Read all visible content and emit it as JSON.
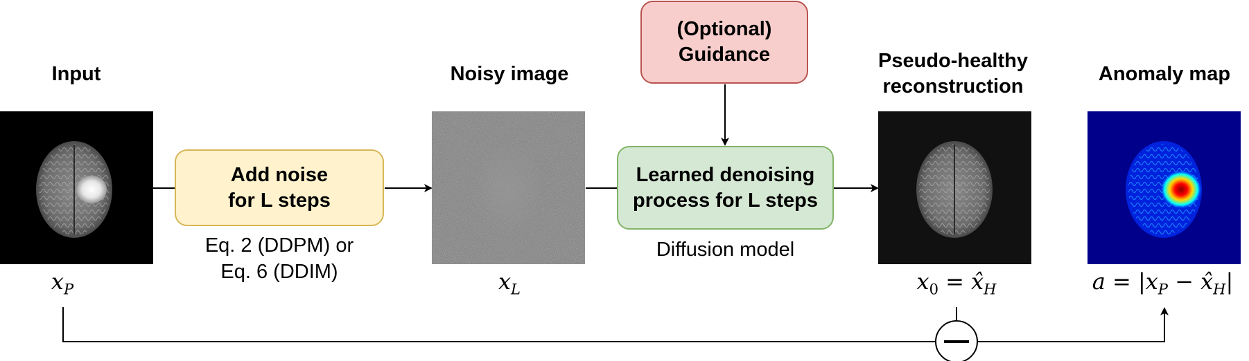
{
  "stages": {
    "input": {
      "title": "Input",
      "symbol_main": "x",
      "symbol_sub": "P"
    },
    "noisy": {
      "title": "Noisy image",
      "symbol_main": "x",
      "symbol_sub": "L"
    },
    "recon": {
      "title_line1": "Pseudo-healthy",
      "title_line2": "reconstruction",
      "symbol_main": "x",
      "symbol_sub": "0",
      "symbol_eq": "=",
      "symbol_rhs": "x̂",
      "symbol_rhs_sub": "H"
    },
    "anomaly": {
      "title": "Anomaly map",
      "symbol_a": "a",
      "symbol_eq": "=",
      "symbol_bar_l": "|",
      "symbol_x": "x",
      "symbol_x_sub": "P",
      "symbol_minus": "−",
      "symbol_xh": "x̂",
      "symbol_xh_sub": "H",
      "symbol_bar_r": "|"
    }
  },
  "boxes": {
    "add_noise": {
      "line1": "Add noise",
      "line2": "for L steps",
      "caption_line1": "Eq. 2 (DDPM) or",
      "caption_line2": "Eq. 6 (DDIM)"
    },
    "denoise": {
      "line1": "Learned denoising",
      "line2": "process for L steps",
      "caption": "Diffusion model"
    },
    "guidance": {
      "line1": "(Optional)",
      "line2": "Guidance"
    }
  },
  "colors": {
    "add_noise_fill": "#fff2cc",
    "add_noise_border": "#d6b656",
    "denoise_fill": "#d5e8d4",
    "denoise_border": "#82b366",
    "guidance_fill": "#f8cecc",
    "guidance_border": "#b85450"
  }
}
